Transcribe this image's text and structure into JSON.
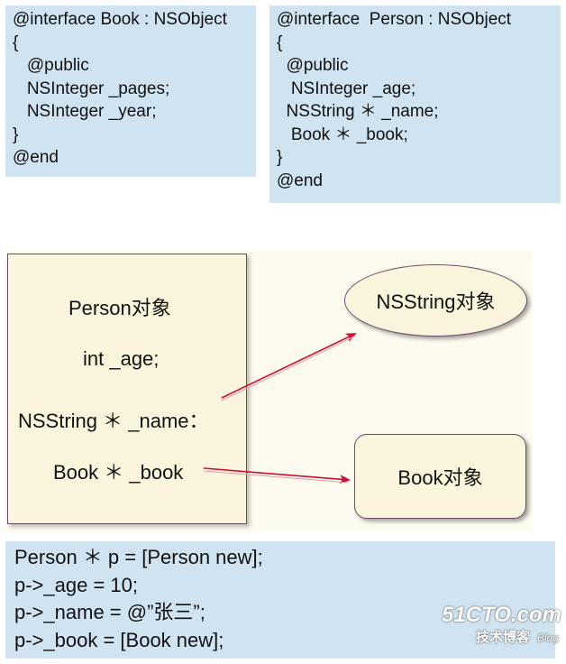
{
  "book_interface": {
    "lines": [
      "@interface Book : NSObject",
      "{",
      "   @public",
      "   NSInteger _pages;",
      "   NSInteger _year;",
      "}",
      "@end"
    ]
  },
  "person_interface": {
    "lines": [
      "@interface  Person : NSObject",
      "{",
      "  @public",
      "   NSInteger _age;",
      "  NSString ＊ _name;",
      "   Book ＊ _book;",
      "}",
      "@end"
    ]
  },
  "person_object": {
    "title": "Person对象",
    "fields": [
      "int _age;",
      "NSString ＊ _name：",
      "Book ＊ _book"
    ]
  },
  "nsstring_object": {
    "label": "NSString对象"
  },
  "book_object": {
    "label": "Book对象"
  },
  "usage_code": {
    "lines": [
      "Person ＊ p = [Person new];",
      "p->_age = 10;",
      "p->_name = @”张三”;",
      "p->_book = [Book new];"
    ]
  },
  "watermark": {
    "site": "51CTO.com",
    "sub": "技术博客",
    "blog": "Blog"
  },
  "colors": {
    "code_background": "#cfe3f1",
    "object_fill": "#fbf5dd",
    "arrow": "#c8102e",
    "border": "#6b4a6b"
  }
}
